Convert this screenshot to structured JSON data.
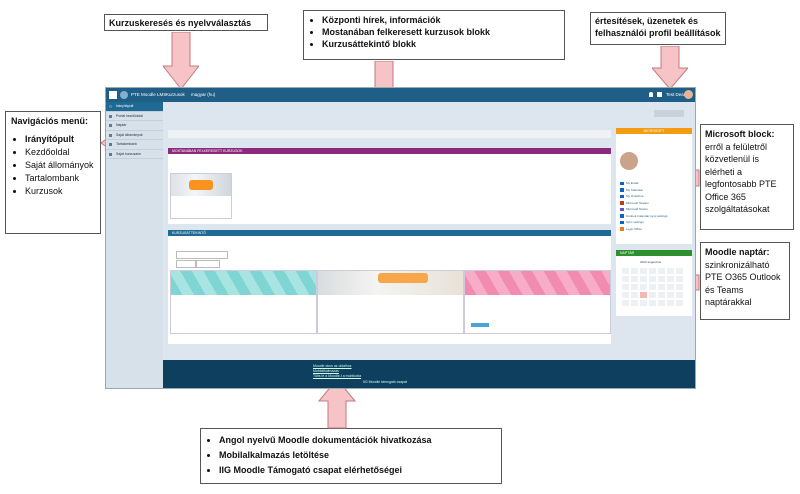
{
  "annotations": {
    "top_left": "Kurzuskeresés és nyelvválasztás",
    "top_center": [
      "Központi hírek, információk",
      "Mostanában felkeresett kurzusok blokk",
      "Kurzusáttekintő blokk"
    ],
    "top_right": "értesítések, üzenetek és felhasználói profil beállítások",
    "nav_title": "Navigációs menü:",
    "nav_items": [
      "Irányítópult",
      "Kezdőoldal",
      "Saját állományok",
      "Tartalombank",
      "Kurzusok"
    ],
    "ms_title": "Microsoft block:",
    "ms_text": "erről a felületről közvetlenül is elérheti a legfontosabb PTE Office 365 szolgáltatásokat",
    "cal_title": "Moodle naptár:",
    "cal_text": "szinkronizálható PTE O365 Outlook és Teams naptárakkal",
    "bottom": [
      "Angol nyelvű Moodle dokumentációk hivatkozása",
      "Mobilalkalmazás letöltése",
      "IIG Moodle Támogató csapat elérhetőségei"
    ]
  },
  "screenshot": {
    "site_name": "PTE Moodle LMS",
    "nav_labels": [
      "Kurzusok",
      "magyar (hu)"
    ],
    "user_label": "Test Dean",
    "sidebar": [
      "Irányítópult",
      "Portál kezdőoldal",
      "Naptár",
      "Saját állományok",
      "Tartalombank",
      "Saját kurzusaim"
    ],
    "recent_title": "MOSTANÁBAN FELKERESETT KURZUSOK",
    "overview_title": "KURZUSÁTTEKINTŐ",
    "ms_block_title": "MICROSOFT",
    "ms_links": [
      "My Email",
      "My Calendar",
      "My OneDrive",
      "Microsoft Stream",
      "Microsoft Teams",
      "Outlook Calendar sync settings",
      "Sync settings",
      "Login Office"
    ],
    "calendar_title": "NAPTÁR",
    "calendar_month": "2022 augusztus",
    "footer_lines": [
      "Moodle docs az oldalhoz",
      "Mobilalkalmazás",
      "Tölts le a Moodle-t a mobilodra"
    ],
    "footer_contact": "IIG Moodle támogató csapat"
  },
  "colors": {
    "arrow_fill": "#f6c3c6",
    "arrow_stroke": "#c47a7f",
    "topbar": "#1f5e86",
    "recent_head": "#8b2a7e",
    "overview_head": "#1f6a95",
    "ms_head": "#f39c12",
    "cal_head": "#2d8f2d"
  }
}
